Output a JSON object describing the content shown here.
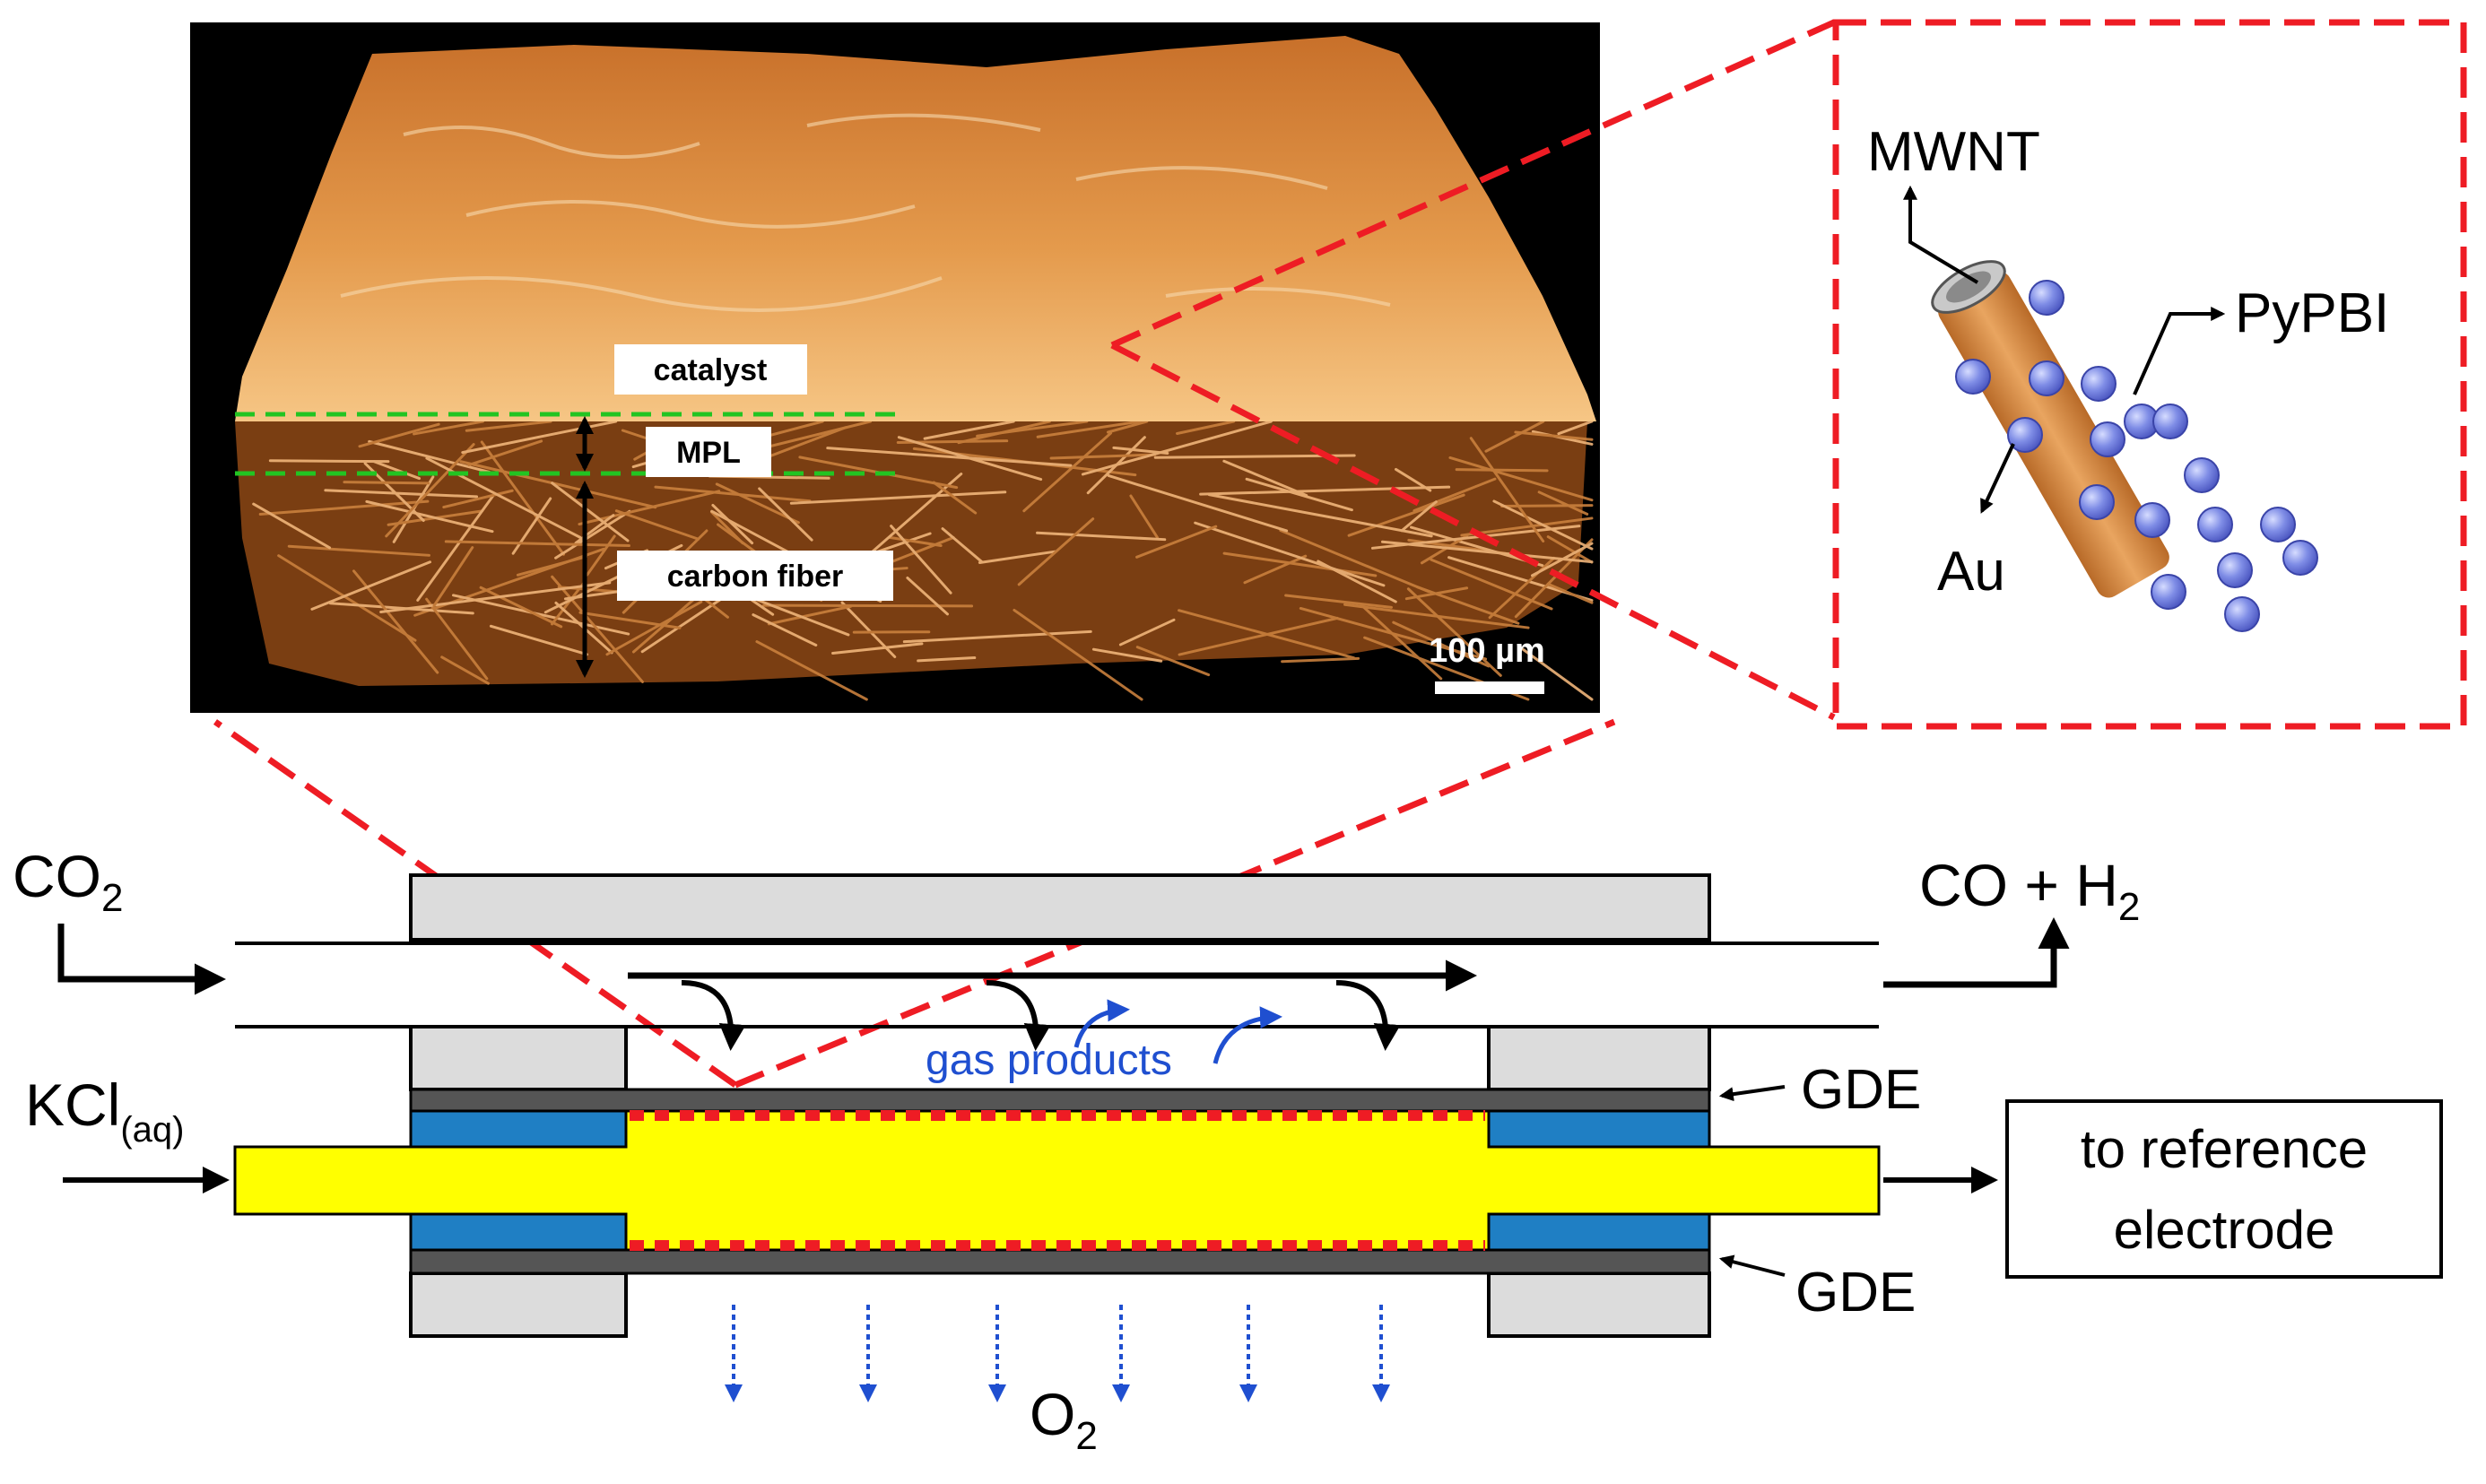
{
  "micrograph": {
    "label_catalyst": "catalyst",
    "label_mpl": "MPL",
    "label_carbon_fiber": "carbon fiber",
    "scale_bar": "100 µm"
  },
  "inset": {
    "label_mwnt": "MWNT",
    "label_pypbi": "PyPBI",
    "label_au": "Au"
  },
  "flows": {
    "co2_main": "CO",
    "co2_sub": "2",
    "products_main": "CO + H",
    "products_sub": "2",
    "kcl_main": "KCl",
    "kcl_sub": "(aq)",
    "gas_products": "gas products",
    "o2_main": "O",
    "o2_sub": "2"
  },
  "cell": {
    "gde_top": "GDE",
    "gde_bottom": "GDE",
    "reference_line1": "to reference",
    "reference_line2": "electrode"
  },
  "colors": {
    "accent_red": "#ee1c24",
    "electrolyte_yellow": "#ffff00",
    "gasket_blue": "#1f7fc4",
    "arrow_blue": "#1f4fd0",
    "housing_gray": "#dcdcdc",
    "catalyst_orange": "#d98a3a"
  }
}
